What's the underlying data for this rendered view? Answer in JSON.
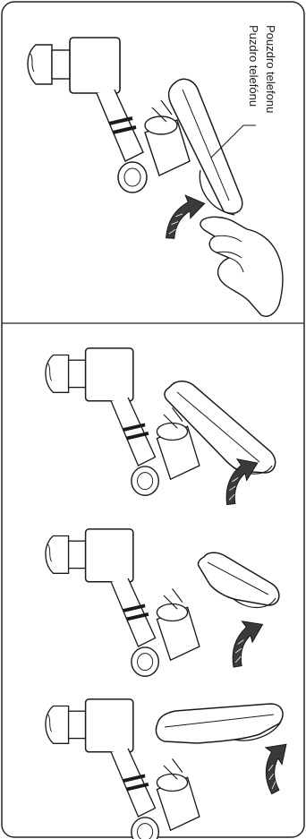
{
  "labels": {
    "line1": "Pouzdro telefonu",
    "line2": "Puzdro telefónu"
  },
  "panels": [
    {
      "name": "top-panel",
      "steps": 1
    },
    {
      "name": "bottom-panel",
      "steps": 3
    }
  ],
  "colors": {
    "outline": "#1a1a1a",
    "panel_border": "#222222",
    "arrow_fill": "#3a3a3a",
    "background": "#ffffff"
  },
  "icons": [
    "mount-assembly-icon",
    "phone-case-icon",
    "rotation-arrow-icon",
    "hand-icon"
  ]
}
